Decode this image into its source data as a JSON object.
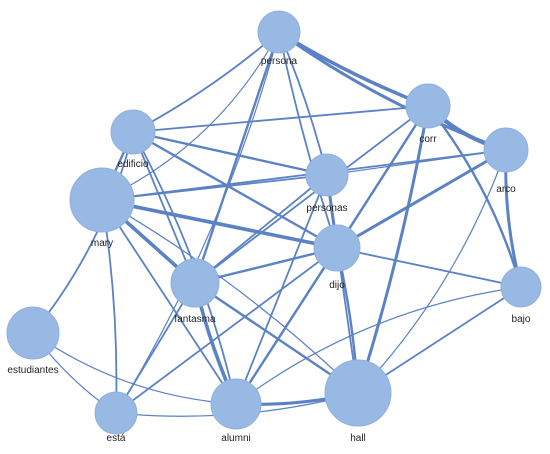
{
  "diagram": {
    "type": "network",
    "colors": {
      "node_fill": "#97b9e3",
      "edge": "#5b82c4",
      "label": "#222222"
    },
    "nodes": [
      {
        "id": "persona",
        "label": "persona"
      },
      {
        "id": "corr",
        "label": "corr"
      },
      {
        "id": "edificio",
        "label": "edificio"
      },
      {
        "id": "arco",
        "label": "arco"
      },
      {
        "id": "personas",
        "label": "personas"
      },
      {
        "id": "mary",
        "label": "mary"
      },
      {
        "id": "dijo",
        "label": "dijo"
      },
      {
        "id": "fantasma",
        "label": "fantasma"
      },
      {
        "id": "bajo",
        "label": "bajo"
      },
      {
        "id": "estudiantes",
        "label": "estudiantes"
      },
      {
        "id": "esta",
        "label": "está"
      },
      {
        "id": "alumni",
        "label": "alumni"
      },
      {
        "id": "hall",
        "label": "hall"
      }
    ],
    "edges": [
      {
        "source": "persona",
        "target": "corr",
        "weight": 5
      },
      {
        "source": "persona",
        "target": "arco",
        "weight": 4
      },
      {
        "source": "persona",
        "target": "edificio",
        "weight": 2
      },
      {
        "source": "persona",
        "target": "mary",
        "weight": 1
      },
      {
        "source": "persona",
        "target": "personas",
        "weight": 2
      },
      {
        "source": "persona",
        "target": "dijo",
        "weight": 2
      },
      {
        "source": "persona",
        "target": "fantasma",
        "weight": 3
      },
      {
        "source": "persona",
        "target": "esta",
        "weight": 1
      },
      {
        "source": "corr",
        "target": "arco",
        "weight": 6
      },
      {
        "source": "corr",
        "target": "bajo",
        "weight": 3
      },
      {
        "source": "corr",
        "target": "edificio",
        "weight": 2
      },
      {
        "source": "corr",
        "target": "dijo",
        "weight": 3
      },
      {
        "source": "corr",
        "target": "hall",
        "weight": 4
      },
      {
        "source": "corr",
        "target": "fantasma",
        "weight": 2
      },
      {
        "source": "corr",
        "target": "alumni",
        "weight": 2
      },
      {
        "source": "arco",
        "target": "bajo",
        "weight": 4
      },
      {
        "source": "arco",
        "target": "dijo",
        "weight": 4
      },
      {
        "source": "arco",
        "target": "personas",
        "weight": 1
      },
      {
        "source": "arco",
        "target": "mary",
        "weight": 2
      },
      {
        "source": "arco",
        "target": "hall",
        "weight": 1
      },
      {
        "source": "edificio",
        "target": "personas",
        "weight": 3
      },
      {
        "source": "edificio",
        "target": "dijo",
        "weight": 3
      },
      {
        "source": "edificio",
        "target": "mary",
        "weight": 3
      },
      {
        "source": "edificio",
        "target": "fantasma",
        "weight": 2
      },
      {
        "source": "edificio",
        "target": "estudiantes",
        "weight": 2
      },
      {
        "source": "edificio",
        "target": "alumni",
        "weight": 2
      },
      {
        "source": "personas",
        "target": "dijo",
        "weight": 4
      },
      {
        "source": "personas",
        "target": "fantasma",
        "weight": 2
      },
      {
        "source": "personas",
        "target": "mary",
        "weight": 2
      },
      {
        "source": "personas",
        "target": "alumni",
        "weight": 2
      },
      {
        "source": "personas",
        "target": "hall",
        "weight": 2
      },
      {
        "source": "mary",
        "target": "dijo",
        "weight": 5
      },
      {
        "source": "mary",
        "target": "fantasma",
        "weight": 5
      },
      {
        "source": "mary",
        "target": "esta",
        "weight": 2
      },
      {
        "source": "mary",
        "target": "alumni",
        "weight": 2
      },
      {
        "source": "mary",
        "target": "hall",
        "weight": 1
      },
      {
        "source": "dijo",
        "target": "fantasma",
        "weight": 3
      },
      {
        "source": "dijo",
        "target": "bajo",
        "weight": 2
      },
      {
        "source": "dijo",
        "target": "hall",
        "weight": 3
      },
      {
        "source": "dijo",
        "target": "alumni",
        "weight": 3
      },
      {
        "source": "dijo",
        "target": "esta",
        "weight": 2
      },
      {
        "source": "fantasma",
        "target": "alumni",
        "weight": 5
      },
      {
        "source": "fantasma",
        "target": "hall",
        "weight": 3
      },
      {
        "source": "fantasma",
        "target": "esta",
        "weight": 2
      },
      {
        "source": "bajo",
        "target": "alumni",
        "weight": 1
      },
      {
        "source": "bajo",
        "target": "hall",
        "weight": 2
      },
      {
        "source": "estudiantes",
        "target": "alumni",
        "weight": 1
      },
      {
        "source": "estudiantes",
        "target": "esta",
        "weight": 1
      },
      {
        "source": "esta",
        "target": "hall",
        "weight": 1
      },
      {
        "source": "alumni",
        "target": "hall",
        "weight": 4
      }
    ]
  }
}
